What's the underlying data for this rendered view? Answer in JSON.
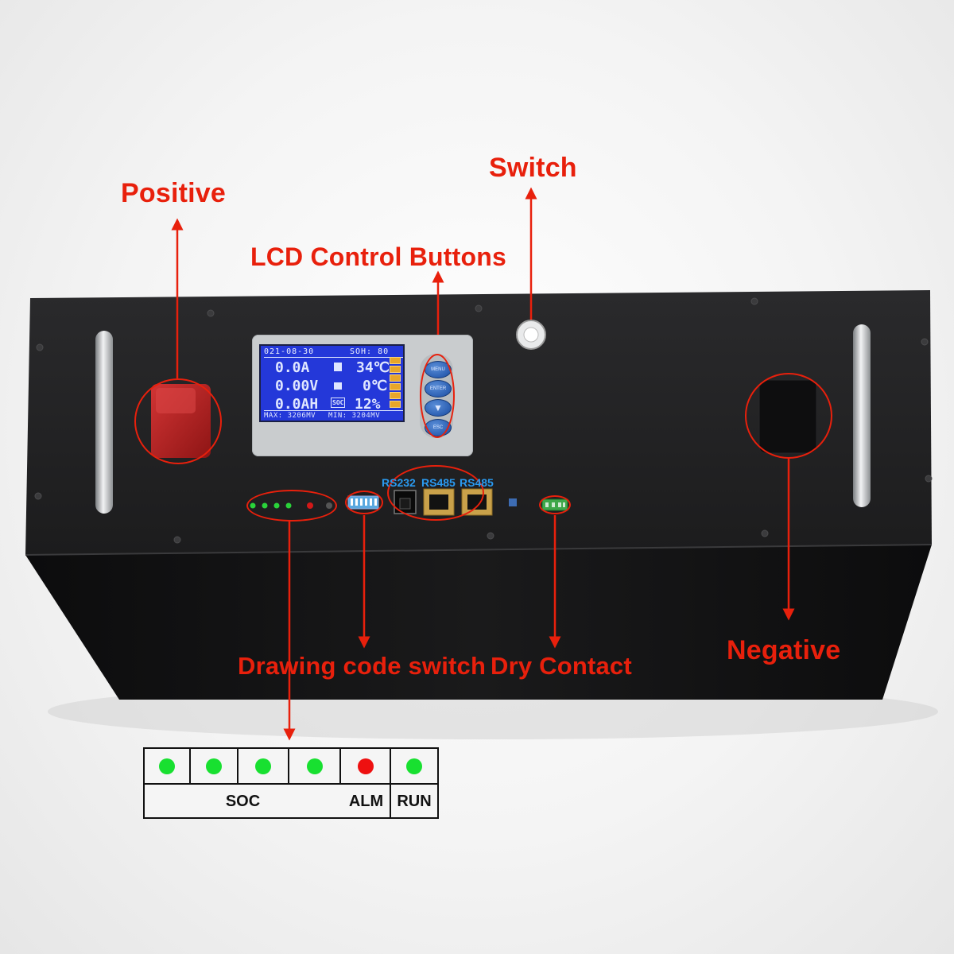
{
  "labels": {
    "positive": "Positive",
    "switch": "Switch",
    "lcd_buttons": "LCD Control Buttons",
    "drawing_code_switch": "Drawing code switch",
    "dry_contact": "Dry Contact",
    "negative": "Negative"
  },
  "ports": {
    "rs232": "RS232",
    "rs485_a": "RS485",
    "rs485_b": "RS485"
  },
  "lcd": {
    "date": "021-08-30",
    "soh": "SOH: 80",
    "current": "0.0A",
    "temp1": "34℃",
    "voltage": "0.00V",
    "temp2": "0℃",
    "capacity": "0.0AH",
    "soc_tag": "SOC",
    "soc_value": "12%",
    "max": "MAX: 3206MV",
    "min": "MIN: 3204MV"
  },
  "buttons": {
    "menu": "MENU",
    "enter": "ENTER",
    "down": "▼",
    "esc": "ESC"
  },
  "legend": {
    "soc": "SOC",
    "alm": "ALM",
    "run": "RUN",
    "leds": [
      {
        "color": "#18e030"
      },
      {
        "color": "#18e030"
      },
      {
        "color": "#18e030"
      },
      {
        "color": "#18e030"
      },
      {
        "color": "#ee1010"
      },
      {
        "color": "#18e030"
      }
    ]
  },
  "colors": {
    "annotation": "#e8200c",
    "port_label": "#2a9af0",
    "battery_body": "#1e1e1f"
  }
}
